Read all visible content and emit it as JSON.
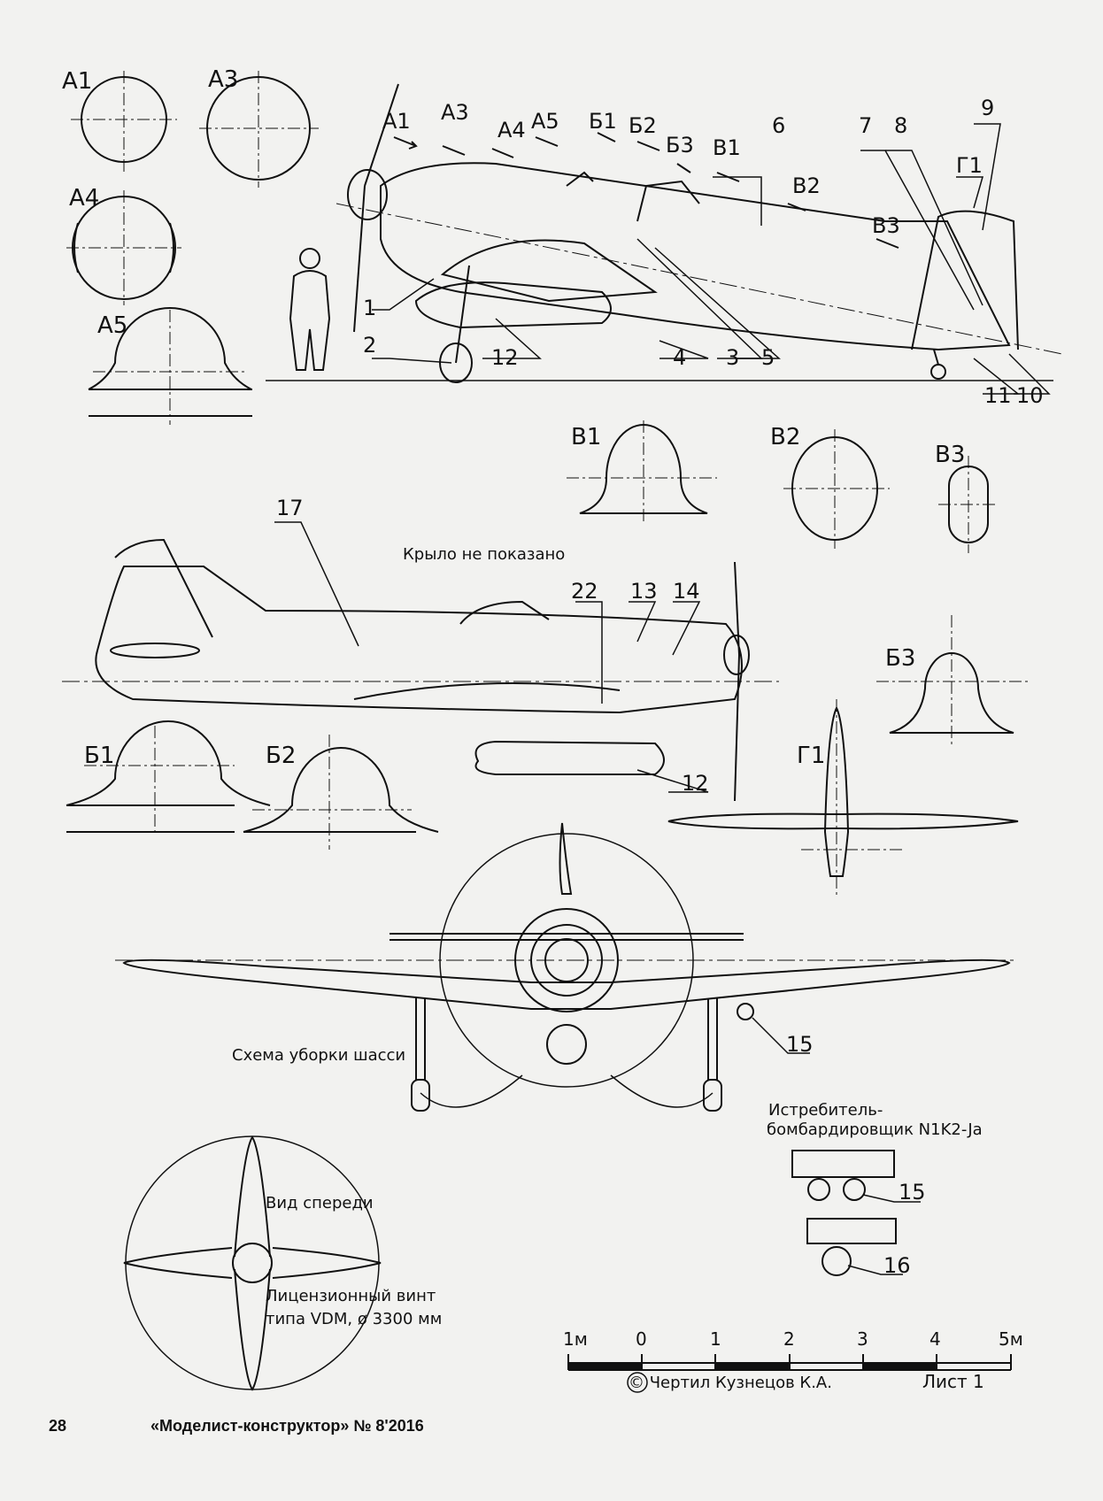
{
  "section_labels": {
    "a1": "А1",
    "a3": "А3",
    "a4": "А4",
    "a5": "А5",
    "b1": "Б1",
    "b2": "Б2",
    "b3": "Б3",
    "v1": "В1",
    "v2": "В2",
    "v3": "В3",
    "g1": "Г1"
  },
  "callouts": {
    "c1": "1",
    "c2": "2",
    "c3": "3",
    "c4": "4",
    "c5": "5",
    "c6": "6",
    "c7": "7",
    "c8": "8",
    "c9": "9",
    "c10": "10",
    "c11": "11",
    "c12": "12",
    "c13": "13",
    "c14": "14",
    "c15": "15",
    "c16": "16",
    "c17": "17",
    "c22": "22"
  },
  "notes": {
    "wing_not_shown": "Крыло не показано",
    "gear_retraction": "Схема уборки шасси",
    "variant_line1": "Истребитель-",
    "variant_line2": "бомбардировщик N1K2-Ja",
    "front_view": "Вид спереди",
    "propeller_line1": "Лицензионный винт",
    "propeller_line2": "типа VDM, ø 3300 мм"
  },
  "scale_bar": {
    "ticks": [
      "1м",
      "0",
      "1",
      "2",
      "3",
      "4",
      "5м"
    ]
  },
  "credits": {
    "author": "© Чертил Кузнецов К.А.",
    "sheet": "Лист 1"
  },
  "footer": {
    "page_number": "28",
    "magazine": "«Моделист-конструктор» № 8'2016"
  },
  "colors": {
    "paper": "#f2f2f0",
    "ink": "#111111"
  }
}
